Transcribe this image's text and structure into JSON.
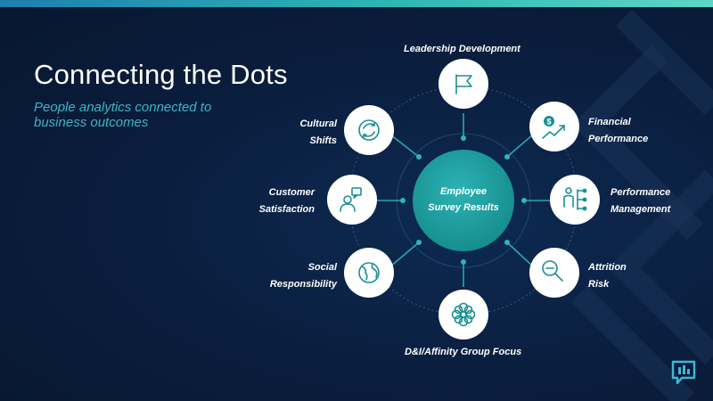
{
  "slide": {
    "title": "Connecting the Dots",
    "subtitle": "People analytics connected to business outcomes"
  },
  "center": {
    "line1": "Employee",
    "line2": "Survey Results"
  },
  "nodes": {
    "top": {
      "label": "Leadership Development",
      "icon": "flag-icon"
    },
    "top_right": {
      "line1": "Financial",
      "line2": "Performance",
      "icon": "money-growth-icon"
    },
    "right": {
      "line1": "Performance",
      "line2": "Management",
      "icon": "person-org-chart-icon"
    },
    "bottom_right": {
      "line1": "Attrition",
      "line2": "Risk",
      "icon": "magnifier-minus-icon"
    },
    "bottom": {
      "label": "D&I/Affinity Group Focus",
      "icon": "flower-network-icon"
    },
    "bottom_left": {
      "line1": "Social",
      "line2": "Responsibility",
      "icon": "globe-icon"
    },
    "left": {
      "line1": "Customer",
      "line2": "Satisfaction",
      "icon": "person-speech-icon"
    },
    "top_left": {
      "line1": "Cultural",
      "line2": "Shifts",
      "icon": "refresh-arrows-icon"
    }
  },
  "colors": {
    "background": "#0a1d3c",
    "accent_teal": "#2aa6a6",
    "node_fill": "#ffffff",
    "icon_stroke": "#1b8f92",
    "subtitle": "#39b6c4"
  }
}
